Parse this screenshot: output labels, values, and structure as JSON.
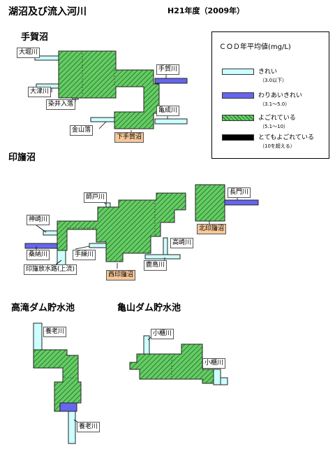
{
  "header": {
    "title": "湖沼及び流入河川",
    "year": "H21年度（2009年）"
  },
  "sections": {
    "tegano": "手賀沼",
    "inba": "印旛沼",
    "takataki": "高滝ダム貯水池",
    "kameyama": "亀山ダム貯水池"
  },
  "legend": {
    "title": "ＣＯＤ年平均値(mg/L)",
    "items": [
      {
        "name": "きれい",
        "range": "（3.0以下）",
        "color": "#ccffff"
      },
      {
        "name": "わりあいきれい",
        "range": "（3.1～5.0）",
        "color": "#6666ee"
      },
      {
        "name": "よごれている",
        "range": "（5.1～10）",
        "color": "#66cc66"
      },
      {
        "name": "とてもよごれている",
        "range": "（10を超える）",
        "color": "#000000"
      }
    ]
  },
  "labels": {
    "ohori": "大堀川",
    "otsu": "大津川",
    "somei": "染井入落",
    "kanayama": "金山落",
    "tega_r": "手賀川",
    "kameo": "亀成川",
    "shimotega": "下手賀沼",
    "shido": "師戸川",
    "kanzaki": "神崎川",
    "kuwano": "桑納川",
    "tekuri": "手繰川",
    "inba_sui": "印旛放水路(上流)",
    "nishi": "西印旛沼",
    "nagato": "長門川",
    "kita": "北印旛沼",
    "takasaki": "高崎川",
    "kashima": "鹿島川",
    "yoro1": "養老川",
    "yoro2": "養老川",
    "obitsu1": "小櫃川",
    "obitsu2": "小櫃川"
  }
}
